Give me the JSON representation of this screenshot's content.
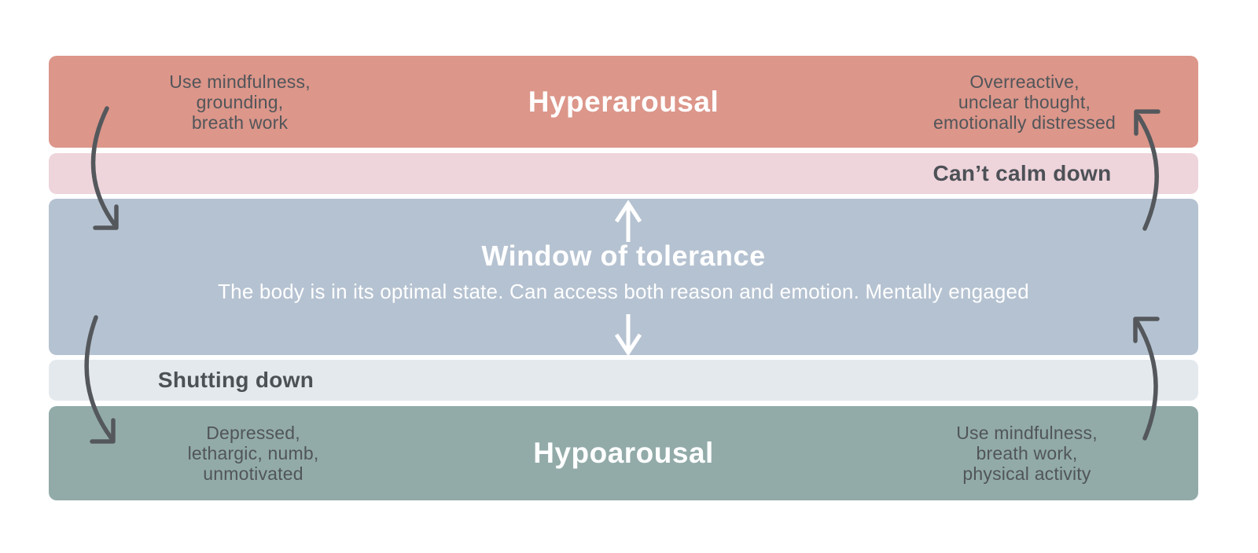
{
  "diagram": {
    "name": "Window of tolerance",
    "bands": {
      "hyperarousal": {
        "title": "Hyperarousal",
        "left_note": "Use mindfulness,\ngrounding,\nbreath work",
        "right_note": "Overreactive,\nunclear thought,\nemotionally distressed"
      },
      "cant_calm_down": {
        "label": "Can’t calm down"
      },
      "window_of_tolerance": {
        "title": "Window of tolerance",
        "subtitle": "The body is in its optimal state. Can access both reason and emotion. Mentally engaged"
      },
      "shutting_down": {
        "label": "Shutting down"
      },
      "hypoarousal": {
        "title": "Hypoarousal",
        "left_note": "Depressed,\nlethargic, numb,\nunmotivated",
        "right_note": "Use mindfulness,\nbreath work,\nphysical activity"
      }
    }
  },
  "colors": {
    "background": "#ffffff",
    "hyperarousal_band": "#dc968a",
    "cant_calm_down_band": "#eed4db",
    "window_band": "#b5c2d1",
    "shutting_down_band": "#e4e9ee",
    "hypoarousal_band": "#92aba9",
    "dark_text": "#515559",
    "white": "#ffffff",
    "arrow": "#54585c"
  }
}
